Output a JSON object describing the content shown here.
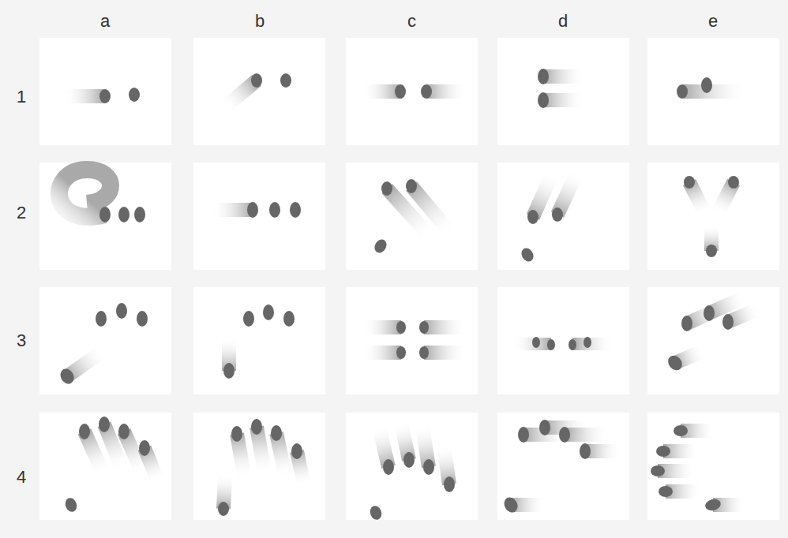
{
  "diagram": {
    "labels": [
      "a",
      "b",
      "c",
      "d",
      "e",
      "1",
      "2",
      "3",
      "4"
    ]
  }
}
